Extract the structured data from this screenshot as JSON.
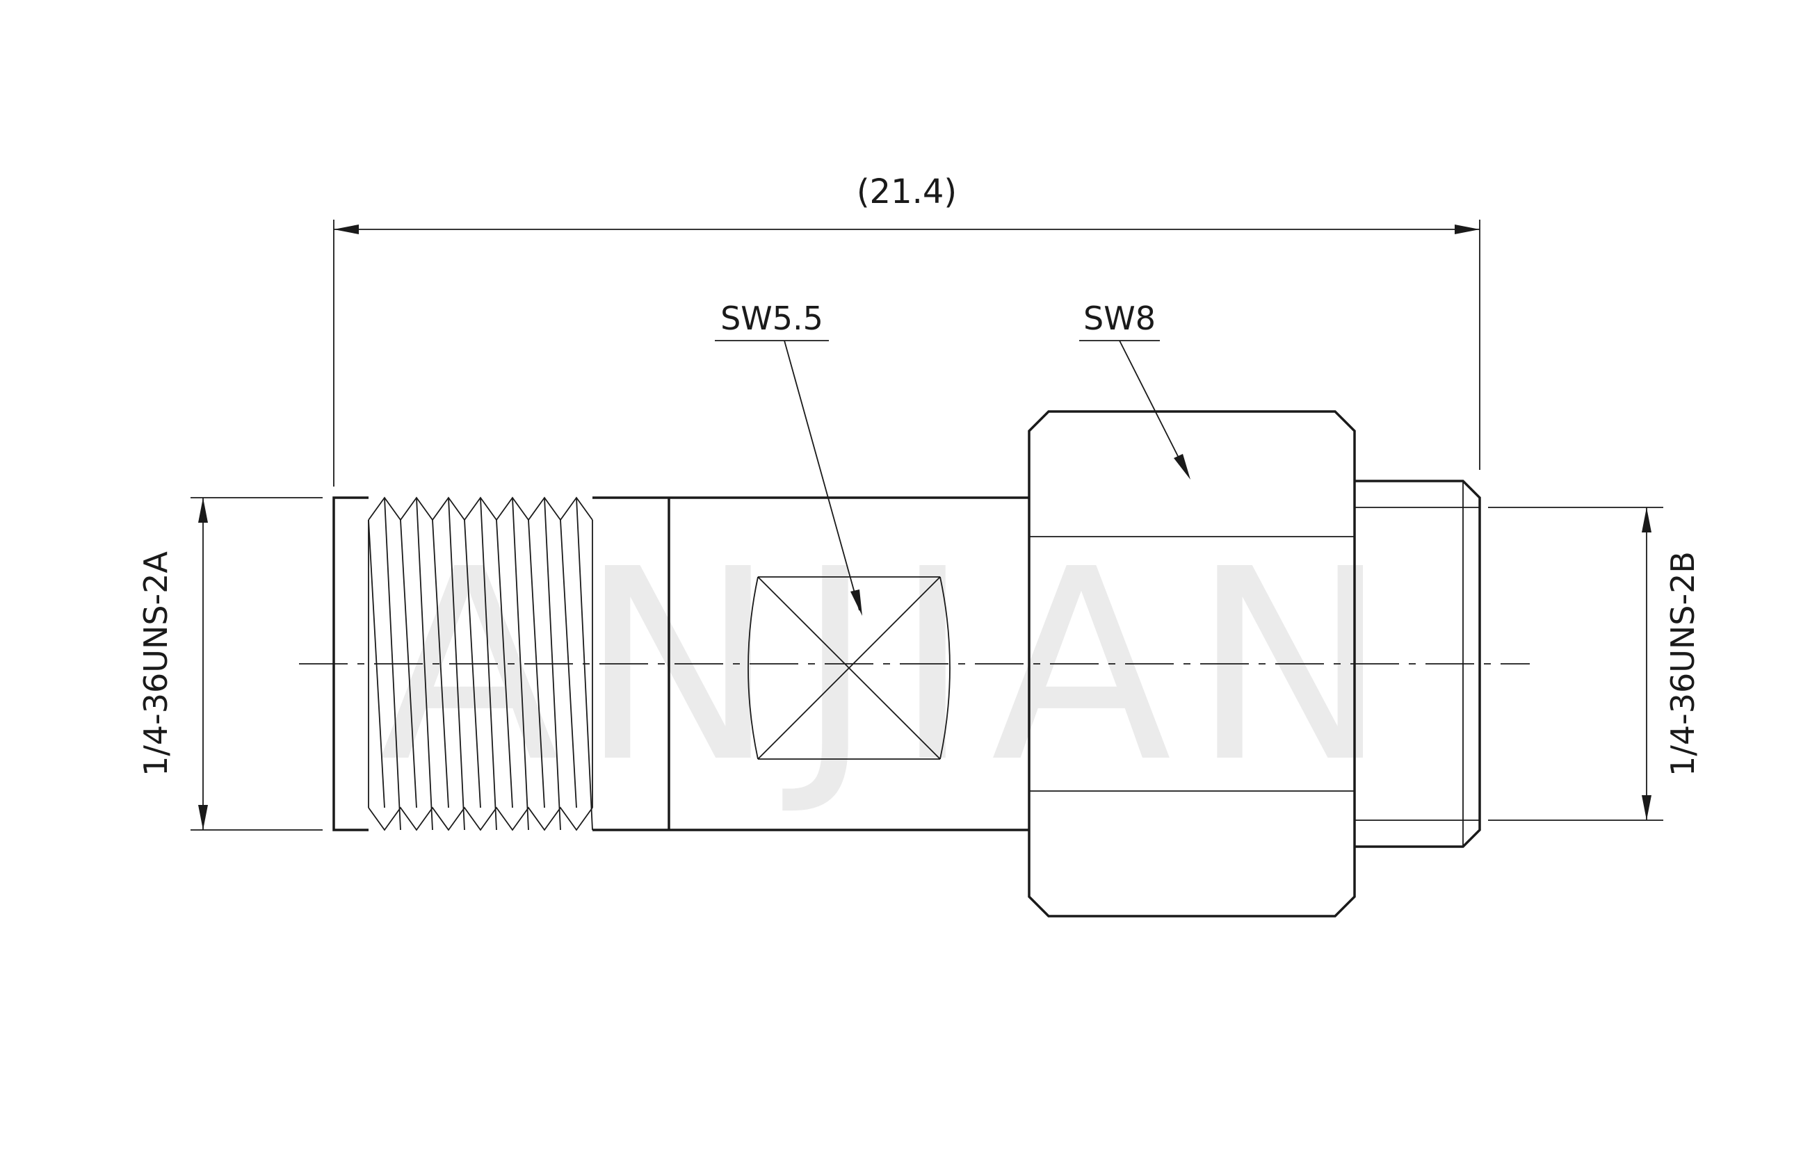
{
  "drawing": {
    "overall_dimension": "(21.4)",
    "flat_width_label": "SW5.5",
    "hex_width_label": "SW8",
    "left_thread_spec": "1/4-36UNS-2A",
    "right_thread_spec": "1/4-36UNS-2B",
    "watermark": "ANJIAN"
  },
  "colors": {
    "line": "#1a1a1a",
    "watermark": "#ebebeb",
    "background": "#ffffff"
  }
}
